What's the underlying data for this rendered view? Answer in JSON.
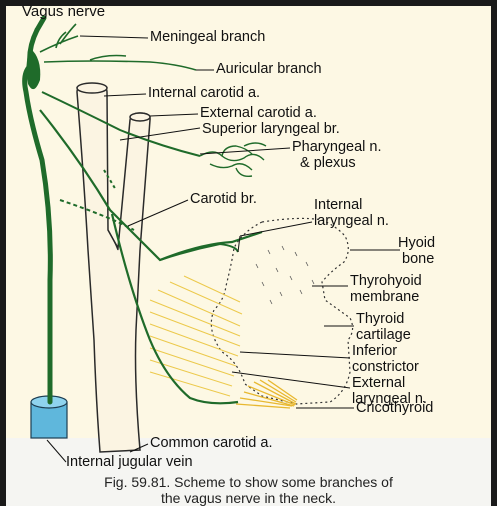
{
  "figure": {
    "labels": {
      "vagus_nerve": "Vagus nerve",
      "meningeal_branch": "Meningeal branch",
      "auricular_branch": "Auricular branch",
      "internal_carotid": "Internal carotid a.",
      "external_carotid": "External carotid a.",
      "superior_laryngeal": "Superior laryngeal br.",
      "pharyngeal_n": "Pharyngeal n.",
      "plexus": "& plexus",
      "carotid_br": "Carotid br.",
      "internal_laryngeal_1": "Internal",
      "internal_laryngeal_2": "laryngeal n.",
      "hyoid_1": "Hyoid",
      "hyoid_2": "bone",
      "thyrohyoid_1": "Thyrohyoid",
      "thyrohyoid_2": "membrane",
      "thyroid_1": "Thyroid",
      "thyroid_2": "cartilage",
      "inferior_1": "Inferior",
      "inferior_2": "constrictor",
      "external_laryngeal_1": "External",
      "external_laryngeal_2": "laryngeal n.",
      "cricothyroid": "Cricothyroid",
      "common_carotid": "Common carotid a.",
      "internal_jugular": "Internal jugular vein"
    },
    "caption_line1": "Fig. 59.81. Scheme to show some branches of",
    "caption_line2": "the vagus nerve in the neck.",
    "colors": {
      "nerve": "#1f6b2a",
      "artery_fill": "#fbf4e2",
      "vein_fill": "#5fb7dc",
      "muscle_hatch": "#f0d266",
      "background": "#fdf8e4"
    }
  }
}
